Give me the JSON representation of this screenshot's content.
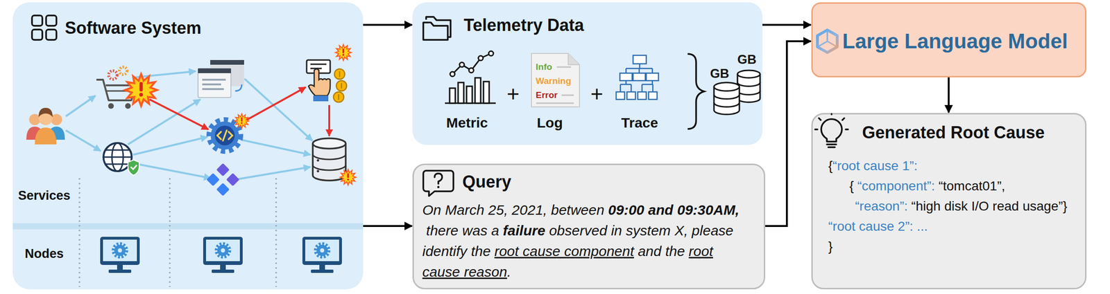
{
  "diagram": {
    "nodes": [
      {
        "text": [
          "Software System"
        ]
      },
      {
        "text": [
          "Telemetry Data"
        ]
      },
      {
        "text": [
          "Query",
          "On March 25, 2021, between",
          "09:00 and 09:30AM,",
          "there was a",
          "failure",
          "observed in system X, please identify the",
          "root cause component",
          "and the",
          "root cause reason",
          "."
        ]
      },
      {
        "text": [
          "Large Language Model"
        ]
      },
      {
        "text": [
          "Generated Root Cause",
          "{",
          "“root cause 1”:",
          "{",
          "“component”:",
          "“tomcat01”,",
          "“reason”:",
          "“high disk I/O read usage”}",
          "“root cause 2”: ...",
          "}"
        ]
      }
    ],
    "edges": [
      {
        "from": 0,
        "to": 1,
        "arrow": "to"
      },
      {
        "from": 0,
        "to": 2,
        "arrow": "to"
      },
      {
        "from": 1,
        "to": 3,
        "arrow": "to"
      },
      {
        "from": 2,
        "to": 3,
        "arrow": "to"
      },
      {
        "from": 3,
        "to": 4,
        "arrow": "to"
      }
    ],
    "labels": [
      "Services",
      "Nodes",
      "Metric",
      "+",
      "Log",
      "+",
      "Trace",
      "Info",
      "Warning",
      "Error",
      "GB",
      "GB"
    ]
  }
}
